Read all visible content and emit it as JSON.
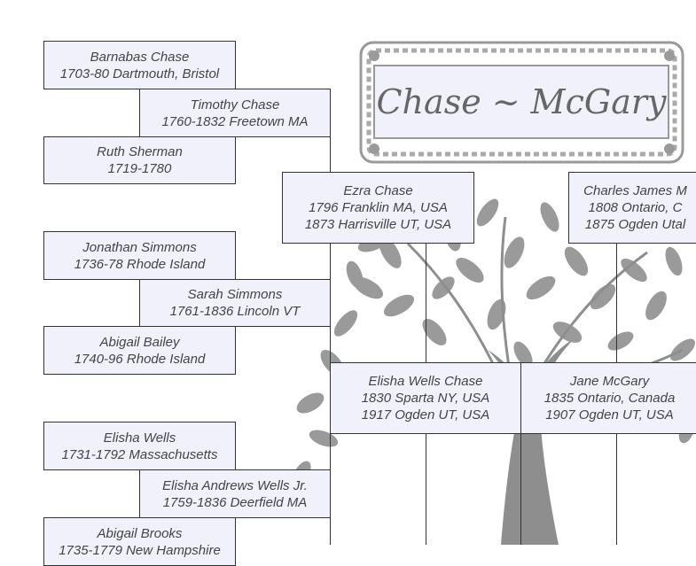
{
  "title": "Chase ~ McGary",
  "colors": {
    "box_fill": "#f0f1fb",
    "tree": "#8a8a8a",
    "text": "#444444"
  },
  "boxes": {
    "barnabas": {
      "name": "Barnabas Chase",
      "line1": "1703-80 Dartmouth, Bristol"
    },
    "timothy": {
      "name": "Timothy Chase",
      "line1": "1760-1832 Freetown MA"
    },
    "ruth": {
      "name": "Ruth Sherman",
      "line1": "1719-1780"
    },
    "ezra": {
      "name": "Ezra Chase",
      "line1": "1796 Franklin MA, USA",
      "line2": "1873 Harrisville UT, USA"
    },
    "charles": {
      "name": "Charles James M",
      "line1": "1808 Ontario, C",
      "line2": "1875 Ogden Utal"
    },
    "jonathan": {
      "name": "Jonathan Simmons",
      "line1": "1736-78  Rhode Island"
    },
    "sarah": {
      "name": "Sarah Simmons",
      "line1": "1761-1836 Lincoln VT"
    },
    "abigail_bailey": {
      "name": "Abigail Bailey",
      "line1": "1740-96 Rhode Island"
    },
    "elisha_wells_chase": {
      "name": "Elisha Wells Chase",
      "line1": "1830 Sparta NY, USA",
      "line2": "1917 Ogden UT, USA"
    },
    "jane": {
      "name": "Jane McGary",
      "line1": "1835 Ontario, Canada",
      "line2": "1907 Ogden UT, USA"
    },
    "elisha_wells": {
      "name": "Elisha Wells",
      "line1": "1731-1792 Massachusetts"
    },
    "elisha_andrews": {
      "name": "Elisha Andrews Wells Jr.",
      "line1": "1759-1836 Deerfield MA"
    },
    "abigail_brooks": {
      "name": "Abigail Brooks",
      "line1": "1735-1779 New Hampshire"
    }
  }
}
